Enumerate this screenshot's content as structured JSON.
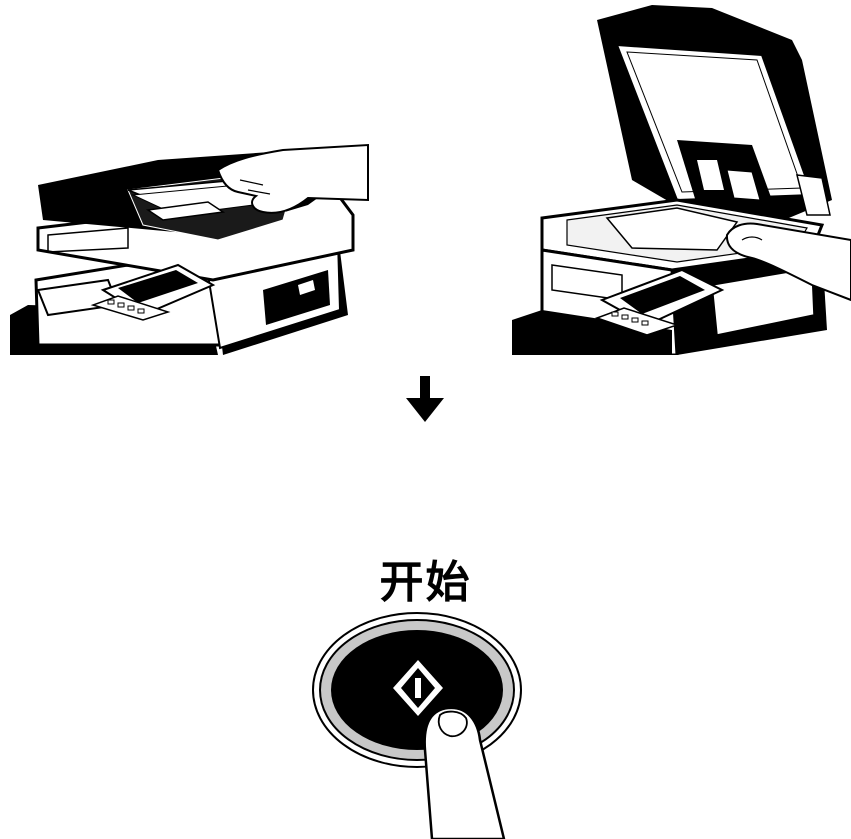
{
  "start_label": "开始",
  "icons": {
    "adf_illustration": "printer-adf-loading-illustration",
    "glass_illustration": "printer-platen-glass-illustration",
    "flow_arrow": "arrow-down-icon",
    "start_key": "start-diamond-icon",
    "finger": "finger-press-illustration"
  },
  "colors": {
    "ink": "#000000",
    "paper": "#ffffff",
    "ring": "#c8c8c8"
  }
}
